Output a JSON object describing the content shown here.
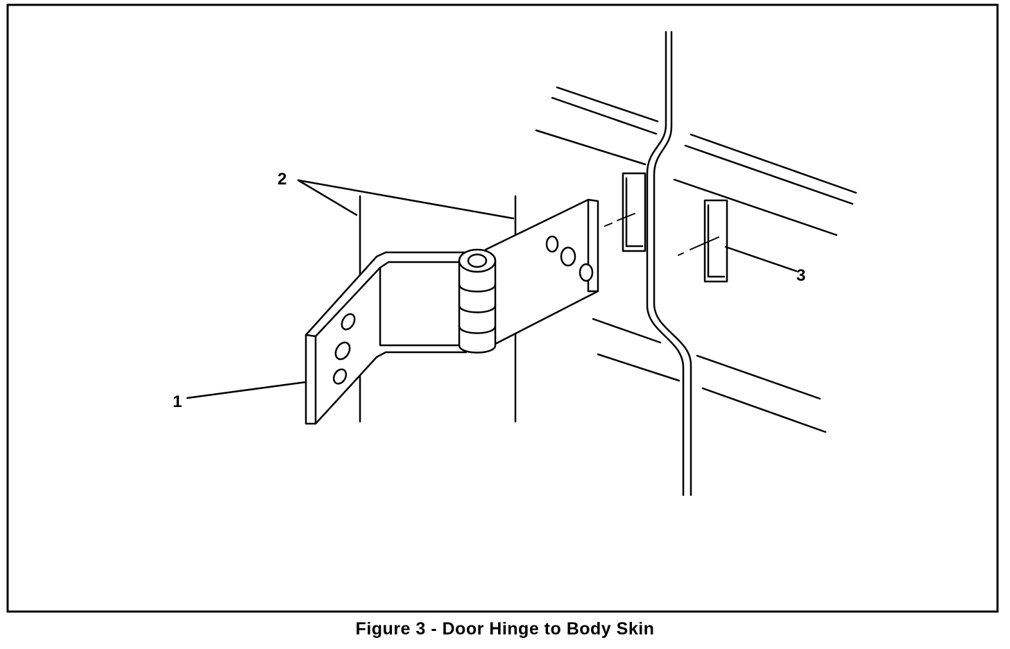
{
  "caption": "Figure 3 - Door Hinge to Body Skin",
  "callouts": {
    "c1": "1",
    "c2": "2",
    "c3": "3"
  },
  "colors": {
    "ink": "#000000",
    "paper": "#ffffff"
  }
}
